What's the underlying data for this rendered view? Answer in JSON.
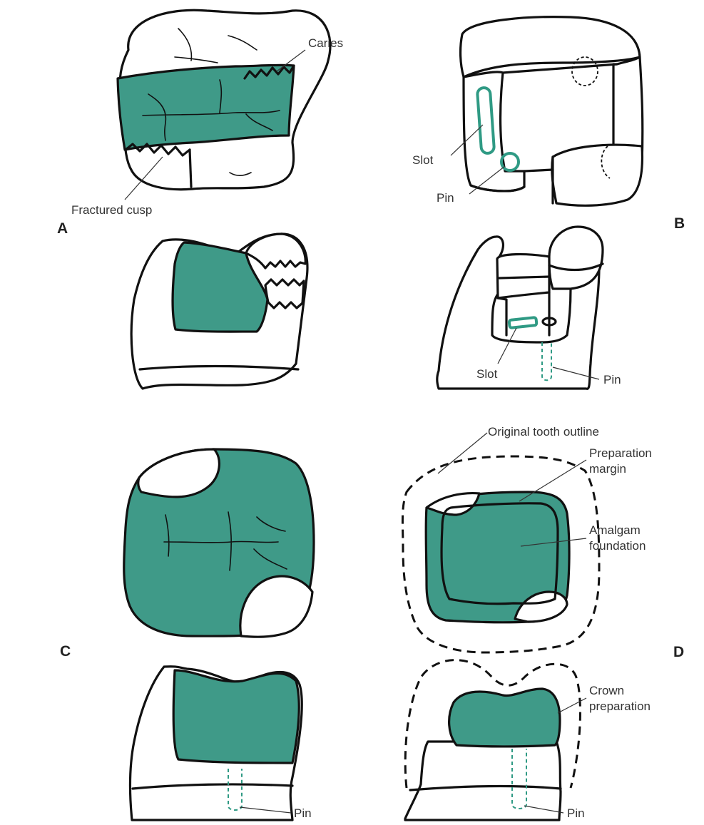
{
  "colors": {
    "material": "#3f9a88",
    "outline": "#111111",
    "label": "#333333",
    "pin_slot": "#2f9a84"
  },
  "panels": {
    "a": "A",
    "b": "B",
    "c": "C",
    "d": "D"
  },
  "labels": {
    "caries": "Caries",
    "fractured_cusp": "Fractured cusp",
    "slot_b_top": "Slot",
    "pin_b_top": "Pin",
    "slot_b_side": "Slot",
    "pin_b_side": "Pin",
    "original_tooth_outline": "Original tooth outline",
    "preparation_margin_1": "Preparation",
    "preparation_margin_2": "margin",
    "amalgam_foundation_1": "Amalgam",
    "amalgam_foundation_2": "foundation",
    "crown_preparation_1": "Crown",
    "crown_preparation_2": "preparation",
    "pin_c_side": "Pin",
    "pin_d_side": "Pin"
  }
}
